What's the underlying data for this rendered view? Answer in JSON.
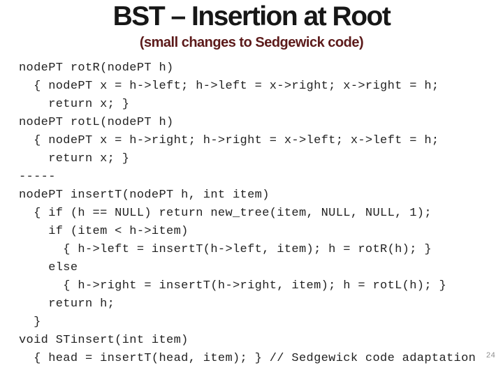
{
  "slide": {
    "title": "BST – Insertion at Root",
    "subtitle": "(small changes to Sedgewick code)",
    "page_number": "24",
    "colors": {
      "background": "#ffffff",
      "title_text": "#171717",
      "subtitle_text": "#5c1a1a",
      "code_text": "#222222",
      "page_number_text": "#8f8f8f"
    }
  },
  "code": {
    "language": "c",
    "lines": [
      "nodePT rotR(nodePT h)",
      "  { nodePT x = h->left; h->left = x->right; x->right = h;",
      "    return x; }",
      "nodePT rotL(nodePT h)",
      "  { nodePT x = h->right; h->right = x->left; x->left = h;",
      "    return x; }",
      "-----",
      "nodePT insertT(nodePT h, int item)",
      "  { if (h == NULL) return new_tree(item, NULL, NULL, 1);",
      "    if (item < h->item)",
      "      { h->left = insertT(h->left, item); h = rotR(h); }",
      "    else",
      "      { h->right = insertT(h->right, item); h = rotL(h); }",
      "    return h;",
      "  }",
      "void STinsert(int item)",
      "  { head = insertT(head, item); } // Sedgewick code adaptation"
    ]
  }
}
